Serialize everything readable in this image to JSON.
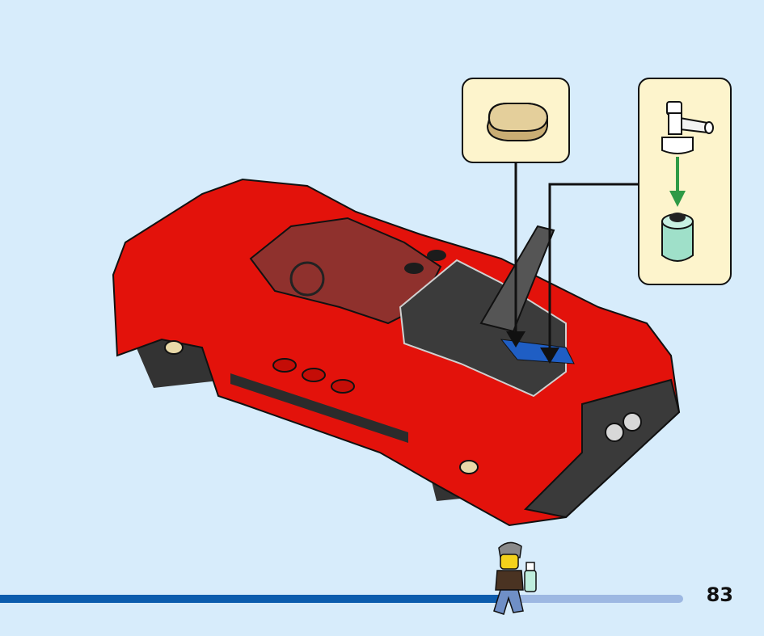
{
  "page": {
    "number": "83",
    "background_color": "#d7ecfb"
  },
  "progress": {
    "fraction": 0.73,
    "fill_color": "#0b5cad",
    "track_color": "#9db8e2"
  },
  "callouts": [
    {
      "name": "tile-callout",
      "part": "tan-2x1-round-tile",
      "part_color": "#dcc48e"
    },
    {
      "name": "assembly-callout",
      "parts": [
        "white-faucet-piece",
        "trans-clear-round-1x1-brick"
      ],
      "arrow_color": "#2f9a46"
    }
  ],
  "model": {
    "subject": "red-sports-car",
    "body_color": "#e3120b",
    "accent_color": "#2b2b2b"
  },
  "icons": {
    "minifig": "minifigure-with-spray-bottle-icon"
  }
}
